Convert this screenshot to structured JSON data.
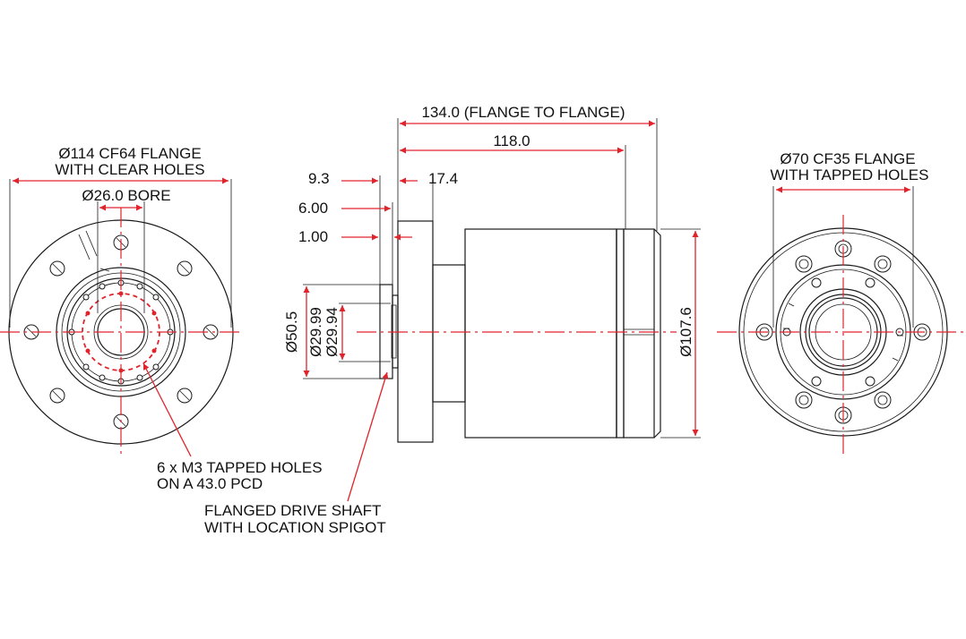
{
  "diagram": {
    "labels": {
      "left_flange_line1": "Ø114 CF64 FLANGE",
      "left_flange_line2": "WITH CLEAR HOLES",
      "bore": "Ø26.0 BORE",
      "tapped_holes_line1": "6 x M3 TAPPED HOLES",
      "tapped_holes_line2": "ON A 43.0 PCD",
      "shaft_line1": "FLANGED DRIVE SHAFT",
      "shaft_line2": "WITH LOCATION SPIGOT",
      "right_flange_line1": "Ø70 CF35 FLANGE",
      "right_flange_line2": "WITH TAPPED HOLES"
    },
    "dimensions": {
      "flange_to_flange": "134.0 (FLANGE TO FLANGE)",
      "body_length": "118.0",
      "d_9_3": "9.3",
      "d_17_4": "17.4",
      "d_6_00": "6.00",
      "d_1_00": "1.00",
      "dia_50_5": "Ø50.5",
      "dia_29_99": "Ø29.99",
      "dia_29_94": "Ø29.94",
      "dia_107_6": "Ø107.6"
    },
    "colors": {
      "dimension": "#e0242c",
      "outline": "#1a1a1a",
      "background": "#ffffff"
    }
  }
}
